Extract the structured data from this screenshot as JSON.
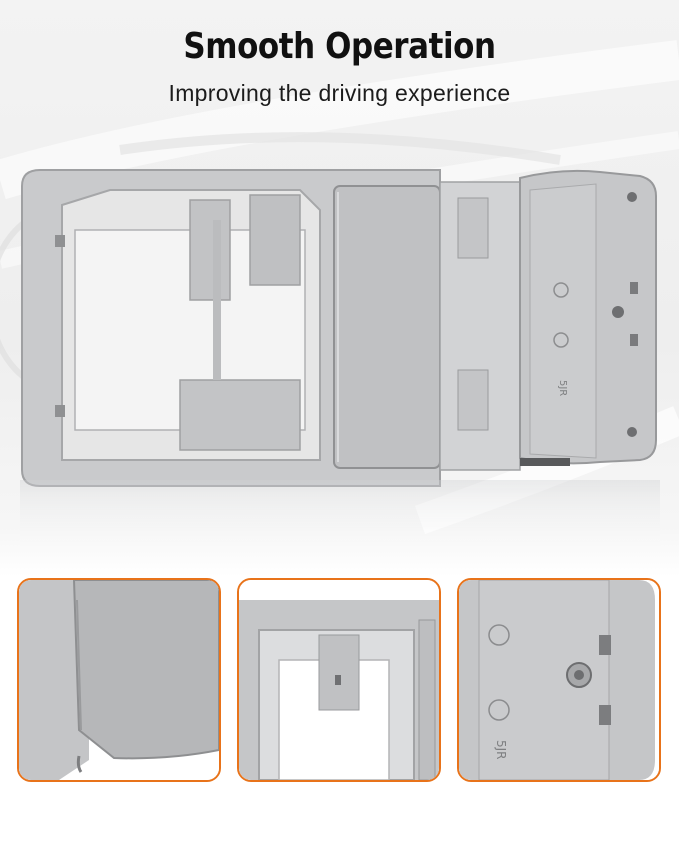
{
  "header": {
    "title": "Smooth Operation",
    "subtitle": "Improving the driving experience"
  },
  "product_image": {
    "icon": "overhead-console-frame-image",
    "part_marking": "5JR"
  },
  "detail_images": [
    {
      "icon": "lid-edge-closeup-image"
    },
    {
      "icon": "frame-corner-closeup-image"
    },
    {
      "icon": "hinge-panel-closeup-image",
      "part_marking": "5JR"
    }
  ],
  "colors": {
    "frame_accent": "#e8731a",
    "plastic_gray": "#c8c9cb",
    "plastic_shadow": "#a8a9ab",
    "background": "#f1f1f1"
  }
}
